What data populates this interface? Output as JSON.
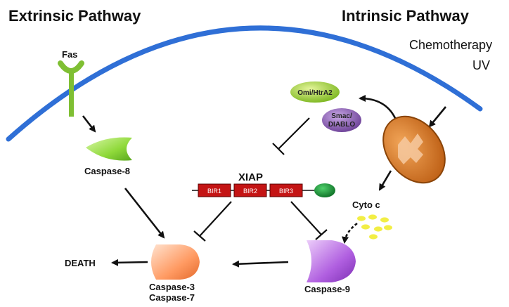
{
  "titles": {
    "extrinsic": "Extrinsic Pathway",
    "intrinsic": "Intrinsic Pathway"
  },
  "stimuli": {
    "chemotherapy": "Chemotherapy",
    "uv": "UV"
  },
  "labels": {
    "fas": "Fas",
    "caspase8": "Caspase-8",
    "xiap": "XIAP",
    "bir1": "BIR1",
    "bir2": "BIR2",
    "bir3": "BIR3",
    "omi": "Omi/HtrA2",
    "smac_line1": "Smac/",
    "smac_line2": "DIABLO",
    "cytoc": "Cyto c",
    "death": "DEATH",
    "caspase3": "Caspase-3",
    "caspase7": "Caspase-7",
    "caspase9": "Caspase-9"
  },
  "colors": {
    "membrane": "#2f6fd6",
    "fas_receptor": "#8cc63f",
    "caspase8": "#9ee34a",
    "xiap_domain": "#c41414",
    "xiap_tail": "#1d9a3a",
    "omi": "#9acd32",
    "smac": "#8b5fb5",
    "mitochondrion": "#d8761f",
    "cytoc": "#f2ee45",
    "caspase3": "#ffa06e",
    "caspase9": "#b45ee6"
  }
}
